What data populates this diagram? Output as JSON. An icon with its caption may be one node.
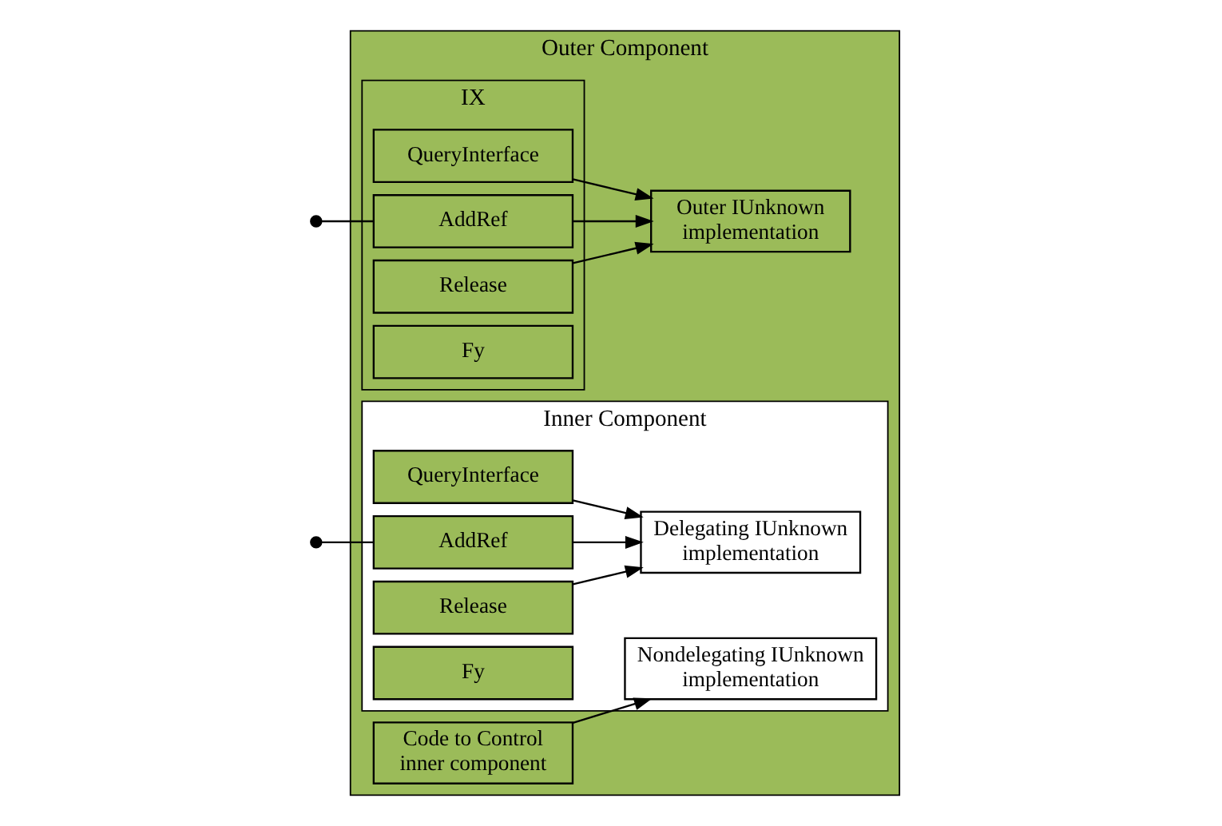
{
  "diagram": {
    "nodes": [
      {
        "text": [
          "Outer Component"
        ]
      },
      {
        "text": [
          "IX"
        ],
        "in": 0
      },
      {
        "text": [
          "QueryInterface"
        ],
        "in": 1
      },
      {
        "text": [
          "AddRef"
        ],
        "in": 1
      },
      {
        "text": [
          "Release"
        ],
        "in": 1
      },
      {
        "text": [
          "Fy"
        ],
        "in": 1
      },
      {
        "text": [
          "Outer IUnknown implementation"
        ],
        "in": 0
      },
      {
        "text": [
          "Code to Control inner component"
        ],
        "in": 0
      },
      {
        "text": [
          "Inner Component"
        ],
        "in": 0
      },
      {
        "text": [
          "QueryInterface"
        ],
        "in": 8
      },
      {
        "text": [
          "AddRef"
        ],
        "in": 8
      },
      {
        "text": [
          "Release"
        ],
        "in": 8
      },
      {
        "text": [
          "Fy"
        ],
        "in": 8
      },
      {
        "text": [
          "Delegating IUnknown implementation"
        ],
        "in": 8
      },
      {
        "text": [
          "Nondelegating IUnknown implementation"
        ],
        "in": 8
      },
      {
        "text": [],
        "shape": "circle"
      },
      {
        "text": [],
        "shape": "circle"
      }
    ],
    "edges": [
      {
        "from": 15,
        "to": 3,
        "arrow": "none"
      },
      {
        "from": 2,
        "to": 6,
        "arrow": "to"
      },
      {
        "from": 3,
        "to": 6,
        "arrow": "to"
      },
      {
        "from": 4,
        "to": 6,
        "arrow": "to"
      },
      {
        "from": 7,
        "to": 14,
        "arrow": "to"
      },
      {
        "from": 16,
        "to": 10,
        "arrow": "none"
      },
      {
        "from": 9,
        "to": 13,
        "arrow": "to"
      },
      {
        "from": 10,
        "to": 13,
        "arrow": "to"
      },
      {
        "from": 11,
        "to": 13,
        "arrow": "to"
      }
    ]
  }
}
